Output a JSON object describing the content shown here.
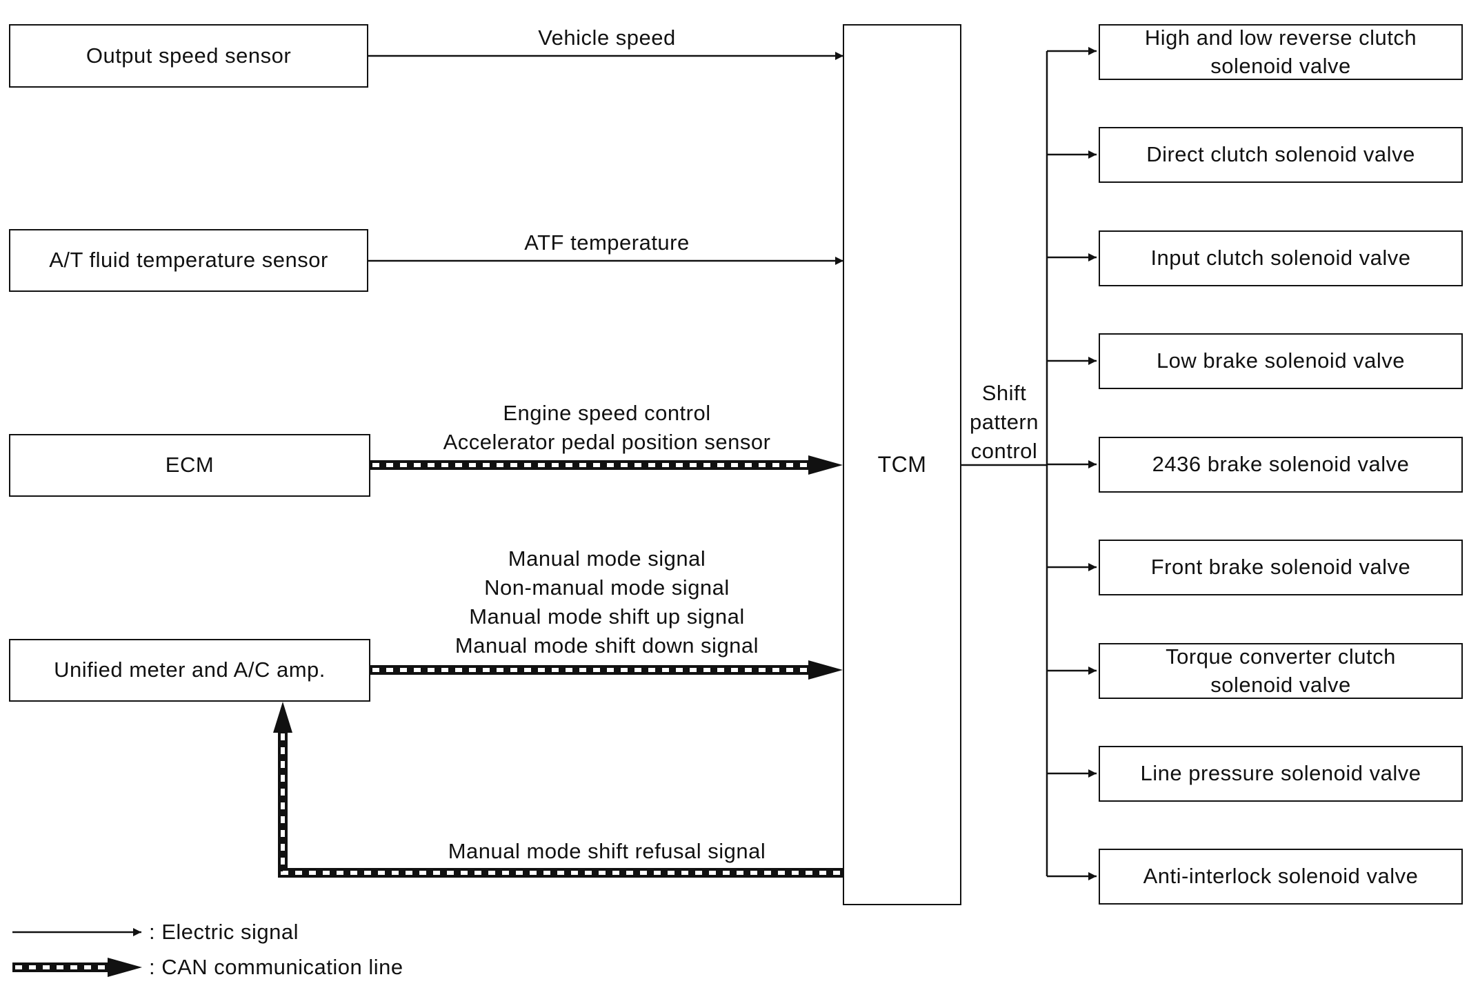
{
  "inputs": {
    "output_speed_sensor": "Output speed sensor",
    "at_fluid_temp_sensor": "A/T fluid temperature sensor",
    "ecm": "ECM",
    "unified_meter": "Unified meter and A/C amp."
  },
  "tcm": "TCM",
  "signals": {
    "vehicle_speed": "Vehicle speed",
    "atf_temperature": "ATF temperature",
    "ecm_lines": [
      "Engine speed control",
      "Accelerator pedal position sensor"
    ],
    "meter_lines": [
      "Manual mode signal",
      "Non-manual mode signal",
      "Manual mode shift up signal",
      "Manual mode shift down signal"
    ],
    "refusal": "Manual mode shift refusal signal"
  },
  "shift_pattern_control": [
    "Shift",
    "pattern",
    "control"
  ],
  "outputs": [
    {
      "line1": "High and low reverse clutch",
      "line2": "solenoid valve"
    },
    {
      "line1": "Direct clutch solenoid valve",
      "line2": ""
    },
    {
      "line1": "Input clutch solenoid valve",
      "line2": ""
    },
    {
      "line1": "Low brake solenoid valve",
      "line2": ""
    },
    {
      "line1": "2436 brake solenoid valve",
      "line2": ""
    },
    {
      "line1": "Front brake solenoid valve",
      "line2": ""
    },
    {
      "line1": "Torque converter clutch",
      "line2": "solenoid valve"
    },
    {
      "line1": "Line pressure solenoid valve",
      "line2": ""
    },
    {
      "line1": "Anti-interlock solenoid valve",
      "line2": ""
    }
  ],
  "legend": {
    "electric": ": Electric signal",
    "can": ": CAN communication line"
  }
}
